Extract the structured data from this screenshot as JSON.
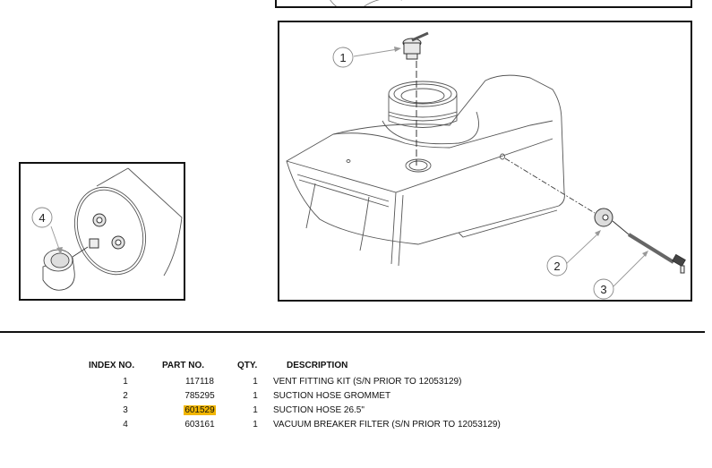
{
  "diagram": {
    "callouts": [
      {
        "index": "1",
        "target": "vent-fitting"
      },
      {
        "index": "2",
        "target": "suction-hose-grommet"
      },
      {
        "index": "3",
        "target": "suction-hose"
      },
      {
        "index": "4",
        "target": "vacuum-breaker-filter"
      }
    ]
  },
  "parts_table": {
    "headers": {
      "index": "INDEX NO.",
      "part": "PART NO.",
      "qty": "QTY.",
      "description": "DESCRIPTION"
    },
    "rows": [
      {
        "index": "1",
        "part": "117118",
        "qty": "1",
        "description": "VENT FITTING KIT (S/N PRIOR TO 12053129)",
        "highlighted": false
      },
      {
        "index": "2",
        "part": "785295",
        "qty": "1",
        "description": "SUCTION HOSE GROMMET",
        "highlighted": false
      },
      {
        "index": "3",
        "part": "601529",
        "qty": "1",
        "description": "SUCTION HOSE 26.5\"",
        "highlighted": true
      },
      {
        "index": "4",
        "part": "603161",
        "qty": "1",
        "description": "VACUUM BREAKER FILTER (S/N PRIOR TO 12053129)",
        "highlighted": false
      }
    ]
  },
  "colors": {
    "highlight": "#f2b600",
    "line": "#111111"
  }
}
